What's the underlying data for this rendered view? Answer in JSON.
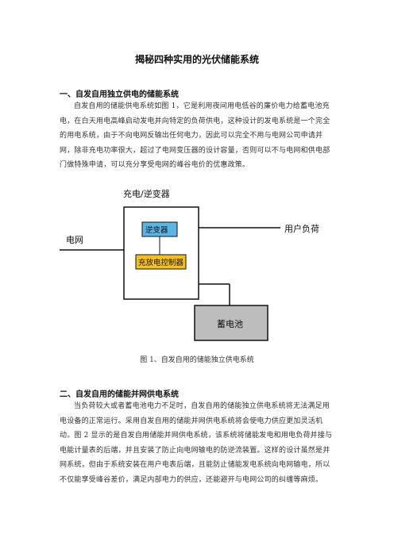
{
  "title": "揭秘四种实用的光伏储能系统",
  "section1": {
    "heading": "一、自发自用独立供电的储能系统",
    "paragraph": "自发自用的储能供电系统如图 1，它是利用夜间用电低谷的廉价电力给蓄电池充电，在白天用电高峰启动发电并向特定的负荷供电，这种设计的发电系统是一个完全的用电系统，由于不向电网反输出任何电力，因此可以完全不用与电网公司申请并网，除非充电功率很大，超过了电网变压器的设计容量，否则可以不与电网和供电部门做特殊申请，可以充分享受电网的峰谷电价的优惠政策。"
  },
  "diagram": {
    "outer_label": "充电/逆变器",
    "inverter_label": "逆变器",
    "controller_label": "充放电控制器",
    "grid_label": "电网",
    "load_label": "用户负荷",
    "battery_label": "蓄电池",
    "colors": {
      "inverter_fill": "#5bb6e6",
      "controller_fill": "#f6c01a",
      "battery_fill": "#bdbdbd",
      "line": "#111111"
    }
  },
  "figure_caption": "图 1、自发自用的储能独立供电系统",
  "section2": {
    "heading": "二、自发自用的储能并网供电系统",
    "paragraph": "当负荷较大或者蓄电池电力不足时，自发自用的储能独立供电系统将无法满足用电设备的正常运行。采用自发自用的储能并网供电系统将会使电力供应更加灵活机动。图 2 显示的是自发自用储能并网供电系统，该系统将储能发电和用电负荷并接与电能计量表的后端，并且安装了防止向电网输电的防逆流装置。这样的设计虽然是并网系统，但由于系统安装在用户电表后端，且能防止储能发电系统向电网输电，所以不仅能享受峰谷差价，满足内部电力的供应，还能避开与电网公司的纠缠等麻烦。"
  }
}
